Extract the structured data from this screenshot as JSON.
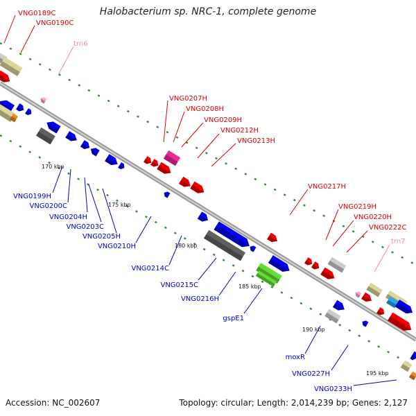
{
  "title": "Halobacterium sp. NRC-1, complete genome",
  "footer": {
    "accession": "Accession: NC_002607",
    "stats": "Topology: circular; Length: 2,014,239 bp; Genes: 2,127"
  },
  "colors": {
    "label_red": "#dd0000",
    "label_blue": "#0000cc",
    "label_pink": "#ee88bb",
    "backbone": "#8a8a8a",
    "tick": "#2e8b2e",
    "gene_red": "#ee0000",
    "gene_blue": "#0000ee",
    "gene_gray": "#606060",
    "gene_lightgray": "#cccccc",
    "gene_khaki": "#ddd49a",
    "gene_magenta": "#ee2a9a",
    "gene_green": "#66dd33",
    "gene_cyan": "#22aaee",
    "gene_orange": "#ee8822",
    "gene_pink": "#ffaacc"
  },
  "scale_labels": [
    "170 kbp",
    "175 kbp",
    "180 kbp",
    "185 kbp",
    "190 kbp",
    "195 kbp"
  ],
  "gene_labels": {
    "top": [
      "VNG0189C",
      "VNG0190C",
      "trn6",
      "VNG0207H",
      "VNG0208H",
      "VNG0209H",
      "VNG0212H",
      "VNG0213H",
      "VNG0217H",
      "VNG0219H",
      "VNG0220H",
      "VNG0222C",
      "trn7"
    ],
    "bottom": [
      "VNG0199H",
      "VNG0200C",
      "VNG0204H",
      "VNG0203C",
      "VNG0205H",
      "VNG0210H",
      "VNG0214C",
      "VNG0215C",
      "VNG0216H",
      "gspE1",
      "moxR",
      "VNG0227H",
      "VNG0233H"
    ]
  }
}
